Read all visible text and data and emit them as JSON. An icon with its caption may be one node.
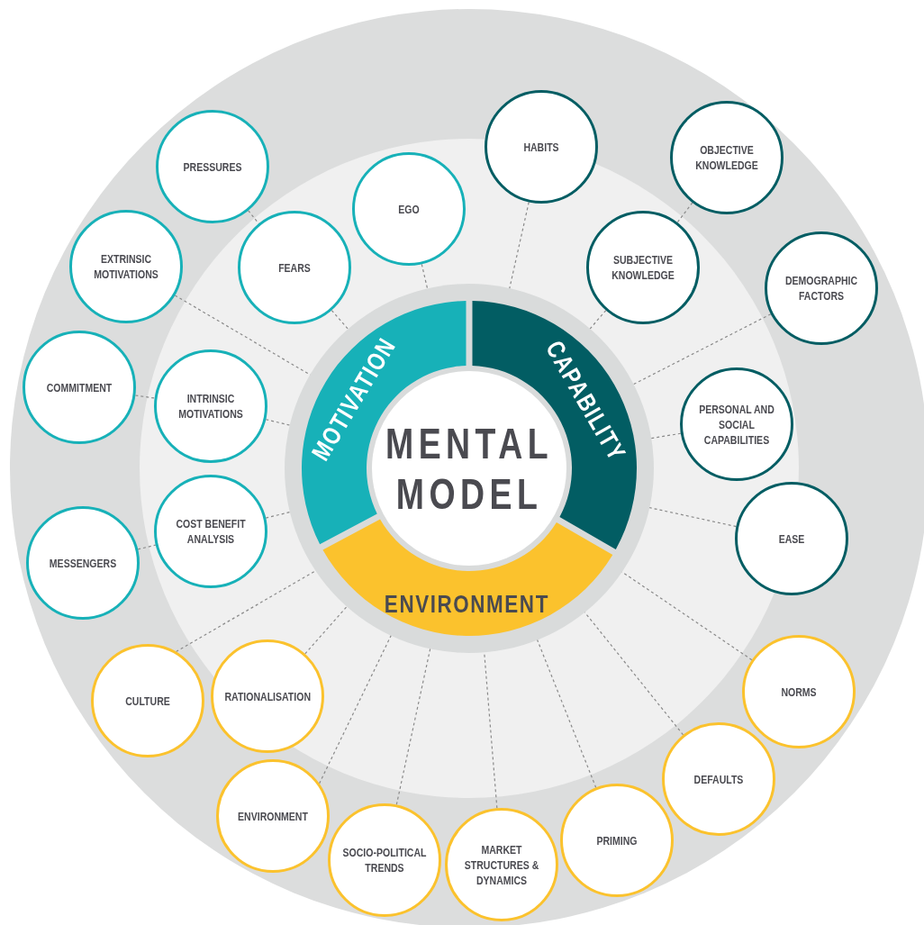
{
  "diagram": {
    "nodes": [
      {
        "text": [
          "MENTAL MODEL"
        ]
      },
      {
        "text": [
          "MOTIVATION"
        ]
      },
      {
        "text": [
          "CAPABILITY"
        ]
      },
      {
        "text": [
          "ENVIRONMENT"
        ]
      },
      {
        "text": [
          "HABITS"
        ]
      },
      {
        "text": [
          "OBJECTIVE KNOWLEDGE"
        ]
      },
      {
        "text": [
          "PRESSURES"
        ]
      },
      {
        "text": [
          "EGO"
        ]
      },
      {
        "text": [
          "FEARS"
        ]
      },
      {
        "text": [
          "EXTRINSIC MOTIVATIONS"
        ]
      },
      {
        "text": [
          "SUBJECTIVE KNOWLEDGE"
        ]
      },
      {
        "text": [
          "DEMOGRAPHIC FACTORS"
        ]
      },
      {
        "text": [
          "COMMITMENT"
        ]
      },
      {
        "text": [
          "INTRINSIC MOTIVATIONS"
        ]
      },
      {
        "text": [
          "PERSONAL AND SOCIAL CAPABILITIES"
        ]
      },
      {
        "text": [
          "COST BENEFIT ANALYSIS"
        ]
      },
      {
        "text": [
          "EASE"
        ]
      },
      {
        "text": [
          "MESSENGERS"
        ]
      },
      {
        "text": [
          "RATIONALISATION"
        ]
      },
      {
        "text": [
          "CULTURE"
        ]
      },
      {
        "text": [
          "NORMS"
        ]
      },
      {
        "text": [
          "DEFAULTS"
        ]
      },
      {
        "text": [
          "ENVIRONMENT"
        ]
      },
      {
        "text": [
          "PRIMING"
        ]
      },
      {
        "text": [
          "SOCIO-POLITICAL TRENDS"
        ]
      },
      {
        "text": [
          "MARKET STRUCTURES & DYNAMICS"
        ]
      }
    ],
    "edges": [
      {
        "from": 6,
        "to": 8,
        "arrow": "none"
      },
      {
        "from": 8,
        "to": 1,
        "arrow": "none"
      },
      {
        "from": 7,
        "to": 1,
        "arrow": "none"
      },
      {
        "from": 9,
        "to": 1,
        "arrow": "none"
      },
      {
        "from": 12,
        "to": 13,
        "arrow": "none"
      },
      {
        "from": 13,
        "to": 1,
        "arrow": "none"
      },
      {
        "from": 17,
        "to": 15,
        "arrow": "none"
      },
      {
        "from": 15,
        "to": 1,
        "arrow": "none"
      },
      {
        "from": 4,
        "to": 2,
        "arrow": "none"
      },
      {
        "from": 5,
        "to": 10,
        "arrow": "none"
      },
      {
        "from": 10,
        "to": 2,
        "arrow": "none"
      },
      {
        "from": 11,
        "to": 2,
        "arrow": "none"
      },
      {
        "from": 14,
        "to": 2,
        "arrow": "none"
      },
      {
        "from": 16,
        "to": 2,
        "arrow": "none"
      },
      {
        "from": 19,
        "to": 3,
        "arrow": "none"
      },
      {
        "from": 18,
        "to": 3,
        "arrow": "none"
      },
      {
        "from": 22,
        "to": 3,
        "arrow": "none"
      },
      {
        "from": 24,
        "to": 3,
        "arrow": "none"
      },
      {
        "from": 25,
        "to": 3,
        "arrow": "none"
      },
      {
        "from": 23,
        "to": 3,
        "arrow": "none"
      },
      {
        "from": 21,
        "to": 3,
        "arrow": "none"
      },
      {
        "from": 20,
        "to": 3,
        "arrow": "none"
      }
    ]
  }
}
